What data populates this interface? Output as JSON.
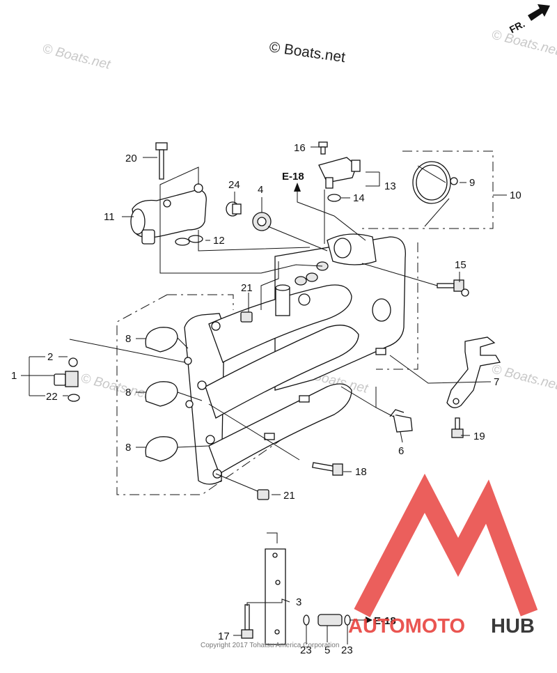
{
  "diagram": {
    "copyright_top": "© Boats.net",
    "watermark": "© Boats.net",
    "front_arrow_label": "FR.",
    "footer_copyright": "Copyright 2017 Tohatsu America Corporation",
    "ref_label": "E-18",
    "brand": {
      "left": "AUTOMOTO",
      "right": "HUB",
      "accent": "#e8433f",
      "dark": "#3a3a3a"
    },
    "callouts": [
      "1",
      "2",
      "3",
      "4",
      "5",
      "6",
      "7",
      "8",
      "9",
      "10",
      "11",
      "12",
      "13",
      "14",
      "15",
      "16",
      "17",
      "18",
      "19",
      "20",
      "21",
      "22",
      "23",
      "24"
    ]
  }
}
